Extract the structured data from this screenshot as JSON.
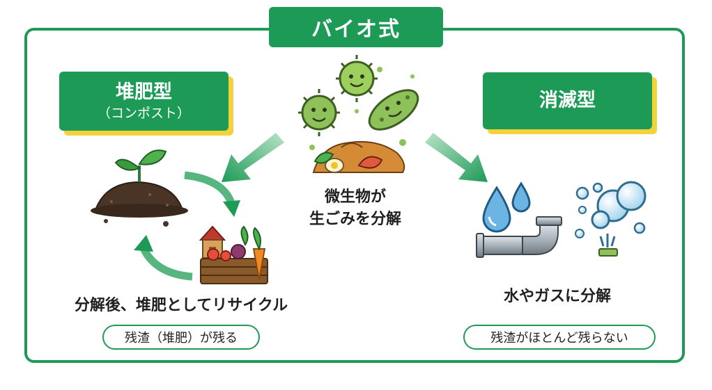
{
  "title": "バイオ式",
  "left": {
    "label": "堆肥型",
    "sublabel": "（コンポスト）",
    "caption": "分解後、堆肥としてリサイクル",
    "pill": "残渣（堆肥）が残る"
  },
  "center": {
    "caption_line1": "微生物が",
    "caption_line2": "生ごみを分解"
  },
  "right": {
    "label": "消滅型",
    "caption": "水やガスに分解",
    "pill": "残渣がほとんど残らない"
  },
  "colors": {
    "primary": "#1e9a57",
    "accent": "#f3d33c"
  },
  "icons": [
    "sprout-soil-icon",
    "farm-vegetables-icon",
    "microbes-food-waste-icon",
    "water-pipe-icon",
    "gas-bubbles-icon",
    "cycle-arrows-icon"
  ]
}
